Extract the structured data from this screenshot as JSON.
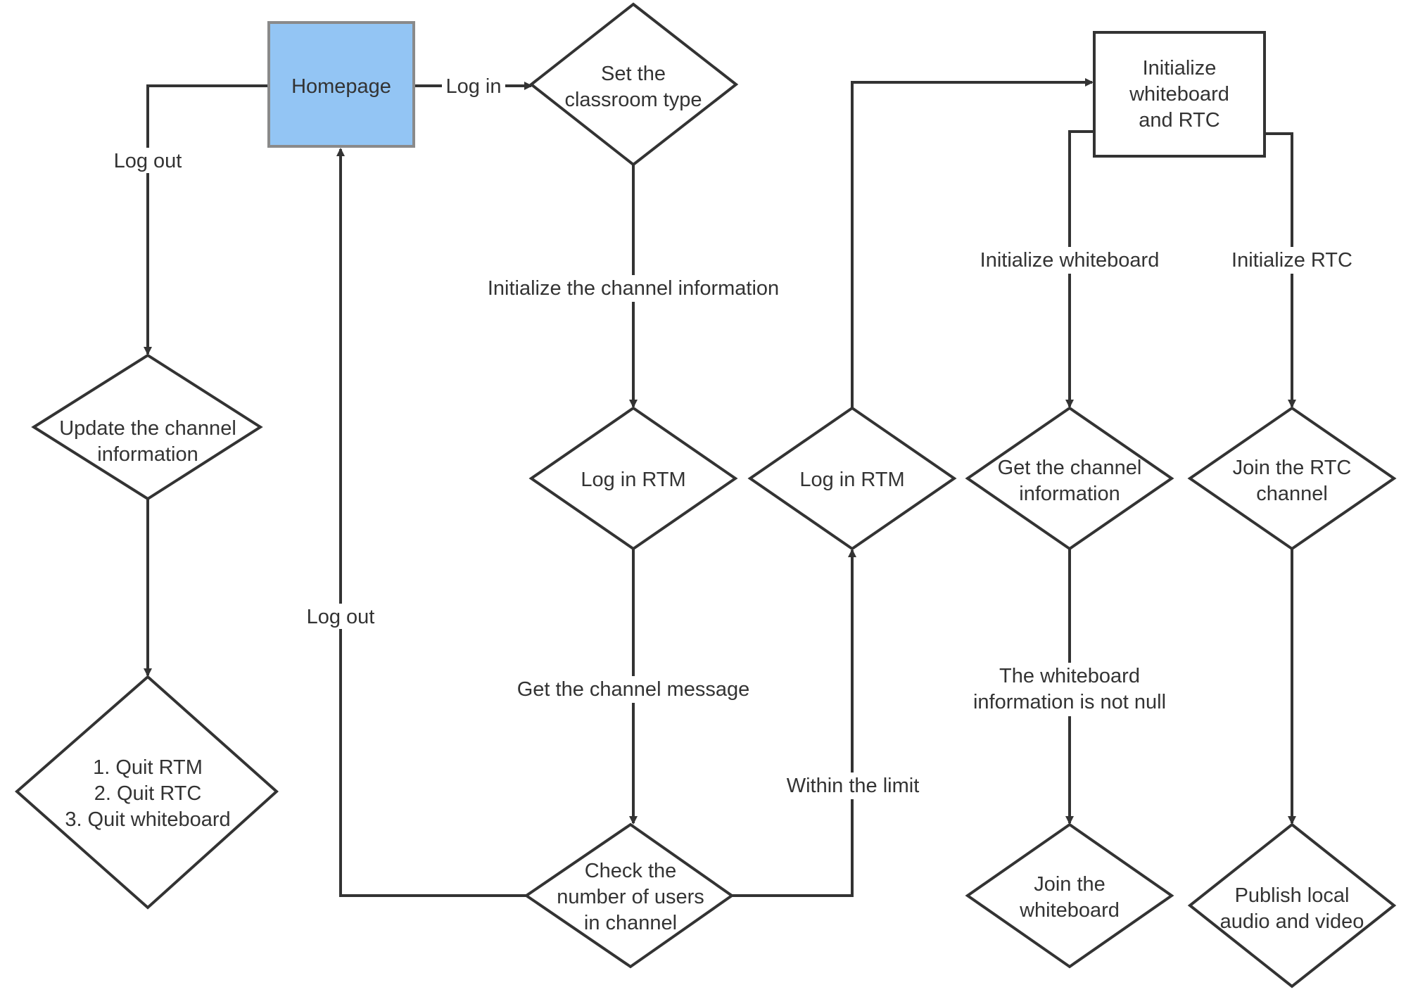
{
  "colors": {
    "homepage_fill": "#93c5f4",
    "line": "#333333"
  },
  "nodes": {
    "homepage": [
      "Homepage"
    ],
    "set_classroom_type": [
      "Set the",
      "classroom type"
    ],
    "login_rtm_1": [
      "Log in RTM"
    ],
    "login_rtm_2": [
      "Log in RTM"
    ],
    "init_wb_rtc": [
      "Initialize",
      "whiteboard",
      "and RTC"
    ],
    "get_channel_info": [
      "Get the channel",
      "information"
    ],
    "join_rtc_channel": [
      "Join the RTC",
      "channel"
    ],
    "update_channel_info": [
      "Update the channel",
      "information"
    ],
    "quit_all": [
      "1. Quit RTM",
      "2. Quit RTC",
      "3. Quit whiteboard"
    ],
    "check_users": [
      "Check the",
      "number of users",
      "in channel"
    ],
    "join_whiteboard": [
      "Join the",
      "whiteboard"
    ],
    "publish_av": [
      "Publish local",
      "audio and video"
    ]
  },
  "edges": {
    "log_in": [
      "Log in"
    ],
    "log_out_left": [
      "Log out"
    ],
    "log_out_middle": [
      "Log out"
    ],
    "init_channel_info": [
      "Initialize the channel information"
    ],
    "get_channel_message": [
      "Get the channel message"
    ],
    "within_limit": [
      "Within the limit"
    ],
    "init_whiteboard": [
      "Initialize whiteboard"
    ],
    "init_rtc": [
      "Initialize RTC"
    ],
    "wb_not_null": [
      "The whiteboard",
      "information is not null"
    ]
  }
}
